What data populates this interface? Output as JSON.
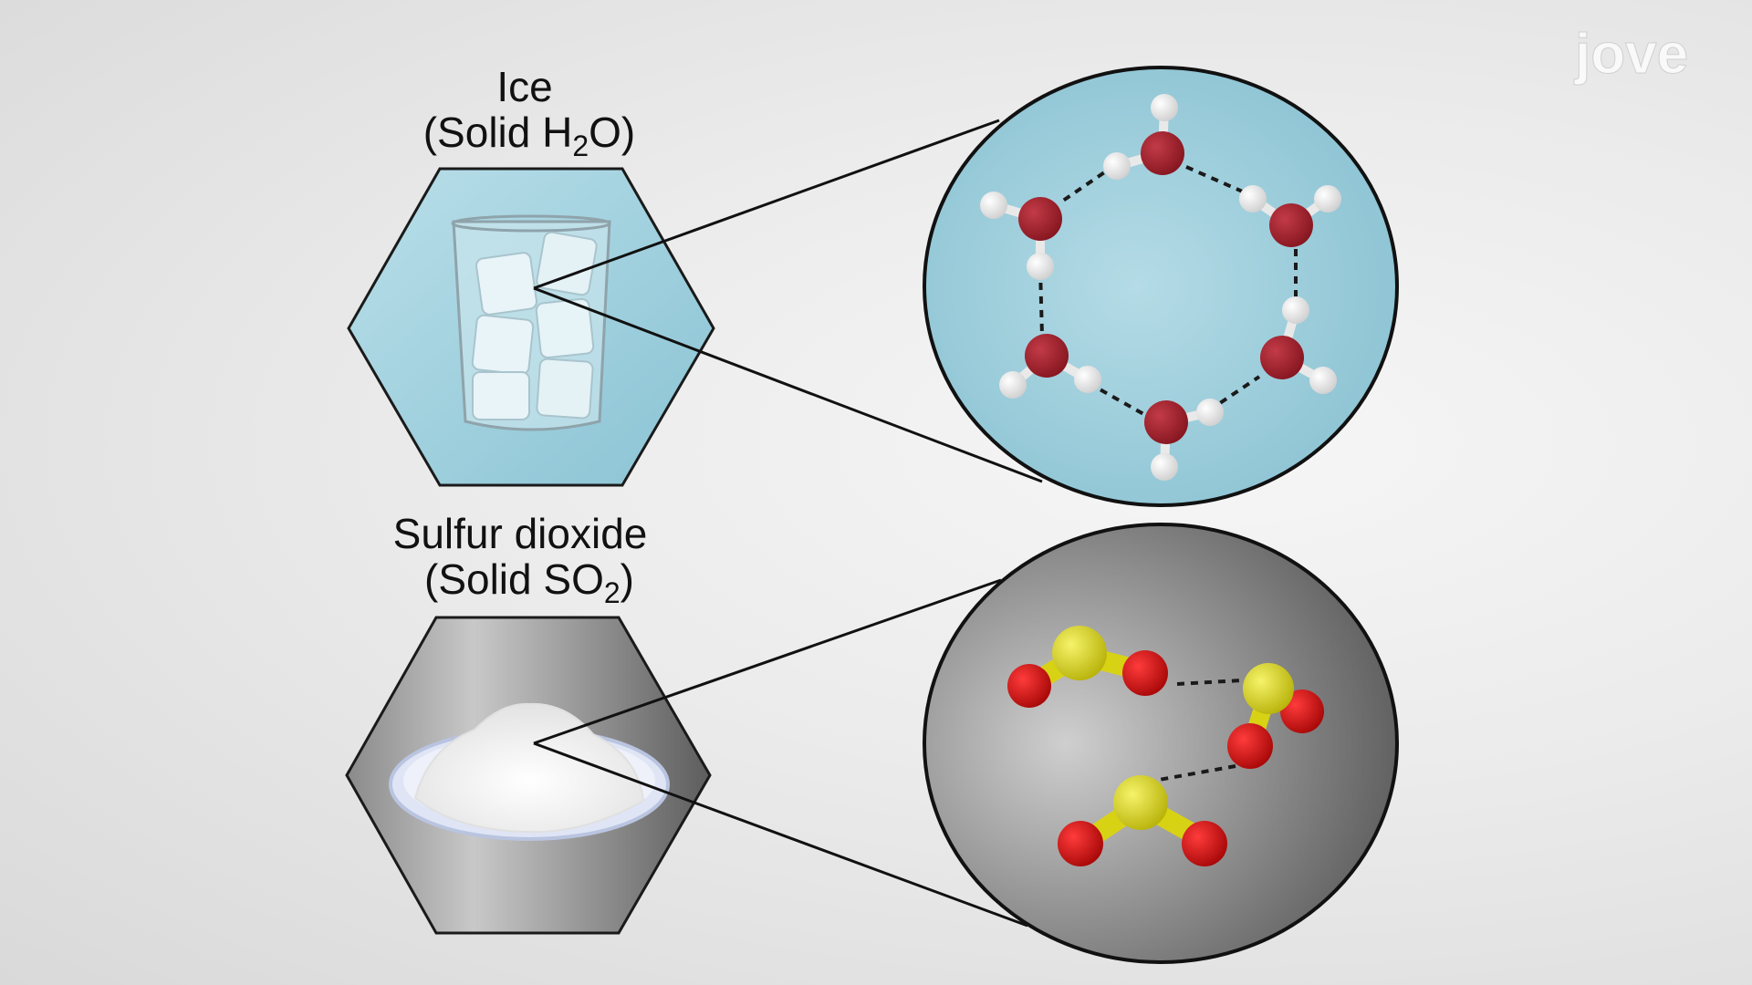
{
  "ice": {
    "title": "Ice",
    "subtitle_prefix": "(Solid H",
    "subtitle_subscript": "2",
    "subtitle_suffix": "O)",
    "panel_color": "#9ecddb",
    "oxygen_color": "#9b1c28",
    "hydrogen_color": "#f2f2f2"
  },
  "so2": {
    "title": "Sulfur dioxide",
    "subtitle_prefix": "(Solid SO",
    "subtitle_subscript": "2",
    "subtitle_suffix": ")",
    "panel_color": "#8c8c8c",
    "sulfur_color": "#e5e11a",
    "oxygen_color": "#d41212"
  },
  "logo": {
    "text": "jove"
  }
}
